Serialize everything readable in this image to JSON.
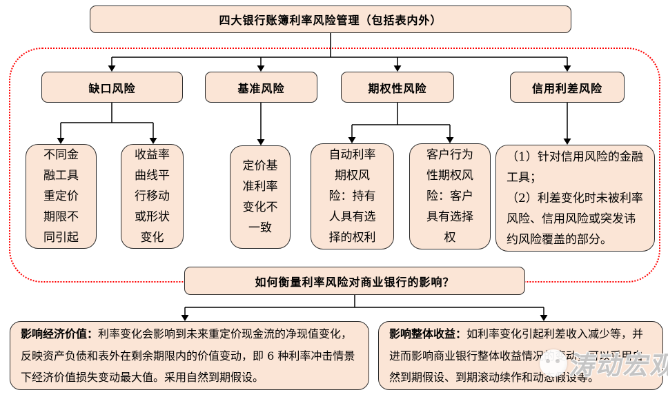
{
  "colors": {
    "box_fill": "#fbe5d6",
    "box_border": "#2b2b2b",
    "dashed_boundary": "#ff0000",
    "connector": "#000000",
    "text": "#000000"
  },
  "root": {
    "label": "四大银行账簿利率风险管理（包括表内外）"
  },
  "categories": [
    {
      "label": "缺口风险"
    },
    {
      "label": "基准风险"
    },
    {
      "label": "期权性风险"
    },
    {
      "label": "信用利差风险"
    }
  ],
  "details": {
    "gap_1": "不同金融工具重定价期限不同引起",
    "gap_2": "收益率曲线平行移动或形状变化",
    "basis_1": "定价基准利率变化不一致",
    "option_1": "自动利率期权风险：持有人具有选择的权利",
    "option_2": "客户行为性期权风险：客户具有选择权",
    "credit_spread_1": "（1）针对信用风险的金融工具；\n（2）利差变化时未被利率风险、信用风险或突发讳约风险覆盖的部分。"
  },
  "question": {
    "label": "如何衡量利率风险对商业银行的影响？"
  },
  "impacts": [
    {
      "title": "影响经济价值：",
      "body": "利率变化会影响到未来重定价现金流的净现值变化，反映资产负债和表外在剩余期限内的价值变动，即 6 种利率冲击情景下经济价值损失变动最大值。采用自然到期假设。"
    },
    {
      "title": "影响整体收益：",
      "body": "如利率变化引起利差收入减少等，并进而影响商业银行整体收益情况的变动，可以采用自然到期假设、到期滚动续作和动态假设等。"
    }
  ],
  "watermark": {
    "text": "涛动宏观"
  }
}
